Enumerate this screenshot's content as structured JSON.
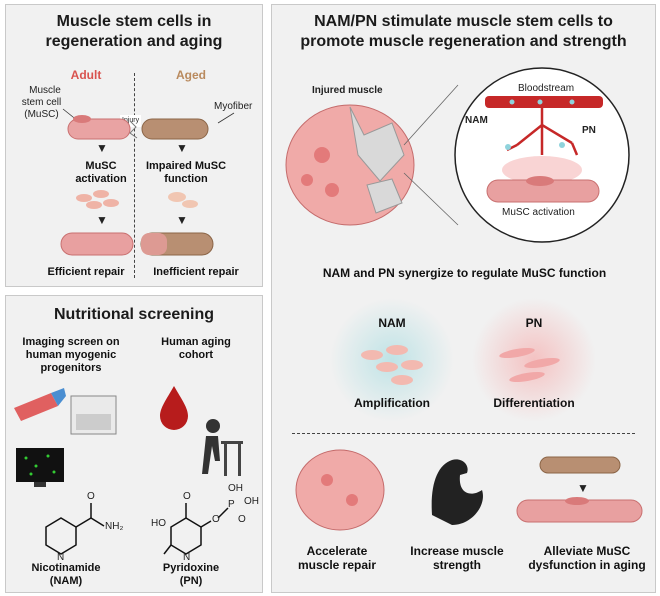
{
  "panel1": {
    "title_line1": "Muscle stem cells in",
    "title_line2": "regeneration and aging",
    "adult": "Adult",
    "aged": "Aged",
    "musc_line1": "Muscle",
    "musc_line2": "stem cell",
    "musc_line3": "(MuSC)",
    "injury": "Injury",
    "myofiber": "Myofiber",
    "activation_line1": "MuSC",
    "activation_line2": "activation",
    "impaired_line1": "Impaired MuSC",
    "impaired_line2": "function",
    "efficient": "Efficient repair",
    "inefficient": "Inefficient repair",
    "adult_color": "#d9534f",
    "aged_color": "#c8a27a"
  },
  "panel2": {
    "title": "Nutritional screening",
    "imaging_line1": "Imaging screen on",
    "imaging_line2": "human myogenic",
    "imaging_line3": "progenitors",
    "cohort_line1": "Human aging",
    "cohort_line2": "cohort",
    "nicotinamide": "Nicotinamide",
    "nam_abbr": "(NAM)",
    "pyridoxine": "Pyridoxine",
    "pn_abbr": "(PN)",
    "nh2": "NH₂",
    "ho": "HO",
    "o": "O",
    "n": "N",
    "p": "P",
    "oh": "OH"
  },
  "panel3": {
    "title_line1": "NAM/PN stimulate muscle stem cells to",
    "title_line2": "promote muscle regeneration and strength",
    "injured": "Injured muscle",
    "bloodstream": "Bloodstream",
    "nam": "NAM",
    "pn": "PN",
    "musc_activation": "MuSC activation",
    "synergize": "NAM and PN synergize to regulate MuSC function",
    "nam_circle": "NAM",
    "pn_circle": "PN",
    "amplification": "Amplification",
    "differentiation": "Differentiation",
    "accelerate_line1": "Accelerate",
    "accelerate_line2": "muscle repair",
    "increase_line1": "Increase muscle",
    "increase_line2": "strength",
    "alleviate_line1": "Alleviate MuSC",
    "alleviate_line2": "dysfunction in aging",
    "nam_color": "#bfe3e6",
    "pn_color": "#f4c2c2"
  }
}
